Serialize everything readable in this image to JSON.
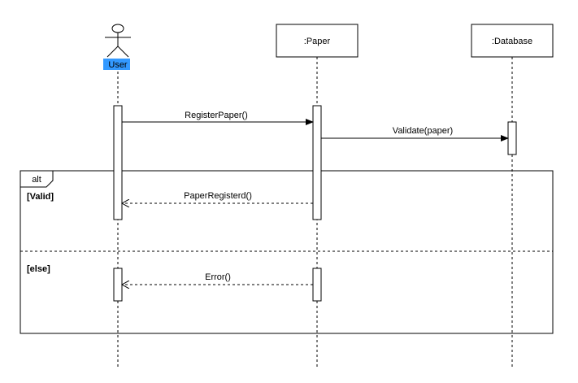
{
  "actor": {
    "name": "User",
    "highlight_color": "#3399ff"
  },
  "participants": [
    {
      "id": "paper",
      "label": ":Paper"
    },
    {
      "id": "database",
      "label": ":Database"
    }
  ],
  "messages": {
    "register": "RegisterPaper()",
    "validate": "Validate(paper)",
    "reply_valid": "PaperRegisterd()",
    "reply_error": "Error()"
  },
  "fragment": {
    "operator": "alt",
    "guards": [
      "[Valid]",
      "[else]"
    ]
  }
}
